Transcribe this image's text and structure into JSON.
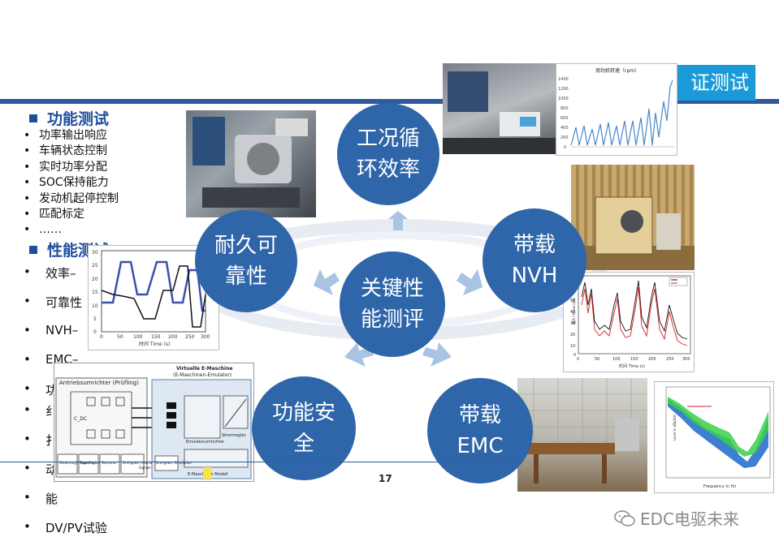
{
  "slide": {
    "title_fragment": "证测试",
    "page_number": "17",
    "watermark": "EDC电驱未来"
  },
  "functional": {
    "heading": "功能测试",
    "items": [
      "功率输出响应",
      "车辆状态控制",
      "实时功率分配",
      "SOC保持能力",
      "发动机起停控制",
      "匹配标定",
      "……"
    ]
  },
  "performance": {
    "heading": "性能测试",
    "items": [
      "效率–",
      "可靠性",
      "NVH–",
      "EMC–",
      "功能安全、信号级、网络",
      "纟",
      "扌",
      "动",
      "能",
      "DV/PV试验"
    ]
  },
  "center": {
    "line1": "关键性",
    "line2": "能测评"
  },
  "nodes": {
    "cycle": {
      "line1": "工况循",
      "line2": "环效率"
    },
    "durability": {
      "line1": "耐久可",
      "line2": "靠性"
    },
    "nvh": {
      "line1": "带载",
      "line2": "NVH"
    },
    "safety": {
      "line1": "功能安",
      "line2": "全"
    },
    "emc": {
      "line1": "带载",
      "line2": "EMC"
    }
  },
  "speed_chart": {
    "title": "测功机转速（rpm）",
    "y_ticks": [
      "1400",
      "1200",
      "1000",
      "800",
      "600",
      "400",
      "200",
      "0"
    ]
  },
  "nvh_chart": {
    "xlabel": "时间 Time (s)",
    "ylabel": "噪声 / Noise (dB)",
    "x_ticks": [
      "0",
      "50",
      "100",
      "150",
      "200",
      "250",
      "300"
    ],
    "y_ticks": [
      "70",
      "60",
      "50",
      "40",
      "30",
      "20",
      "10",
      "0"
    ]
  },
  "durability_chart": {
    "xlabel": "时间 Time (s)",
    "x_ticks": [
      "0",
      "50",
      "100",
      "150",
      "200",
      "250",
      "300"
    ],
    "y_ticks": [
      "30",
      "25",
      "20",
      "15",
      "10",
      "5",
      "0"
    ]
  },
  "emc_chart": {
    "xlabel": "Frequency in Hz",
    "ylabel": "Level in dBµV/m"
  },
  "emulator_diagram": {
    "title_line1": "Virtuelle E-Maschine",
    "title_line2": "(E-Maschinen-Emulator)",
    "left_box": "Antriebsumrichter (Prüfling)",
    "emulator_box": "Emulatorumrichter",
    "regler_box": "Stromregler",
    "model_box": "E-Maschinen Modell",
    "bottom_boxes": [
      "Steuerung / Regelung",
      "Gate-Treiber",
      "Sensoren",
      "Drehgeber Interface"
    ],
    "signal_label": "Signale",
    "drehgeber": "Drehgeber Simulation",
    "cdc": "C_DC"
  },
  "colors": {
    "circle": "#2f66aa",
    "accent": "#1a9bd7",
    "heading": "#1f4e9c"
  }
}
